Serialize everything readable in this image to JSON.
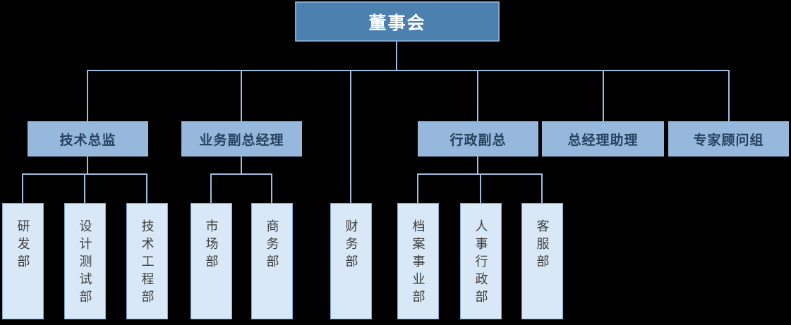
{
  "org": {
    "root": {
      "label": "董事会"
    },
    "managers": [
      {
        "label": "技术总监",
        "children": [
          "研发部",
          "设计测试部",
          "技术工程部"
        ]
      },
      {
        "label": "业务副总经理",
        "children": [
          "市场部",
          "商务部"
        ]
      },
      {
        "label": "行政副总",
        "children": [
          "档案事业部",
          "人事行政部",
          "客服部"
        ]
      },
      {
        "label": "总经理助理",
        "children": []
      },
      {
        "label": "专家顾问组",
        "children": []
      }
    ],
    "direct_departments": [
      "财务部"
    ]
  },
  "colors": {
    "background": "#000000",
    "line": "#9CBDDE",
    "root_fill": "#4B80AF",
    "root_border": "#7FA8CF",
    "root_text": "#FFFFFF",
    "mid_fill": "#95B8DC",
    "mid_text": "#27425F",
    "leaf_fill": "#D9E8F7",
    "leaf_border": "#85ABD3",
    "leaf_text": "#3D3D3D"
  }
}
